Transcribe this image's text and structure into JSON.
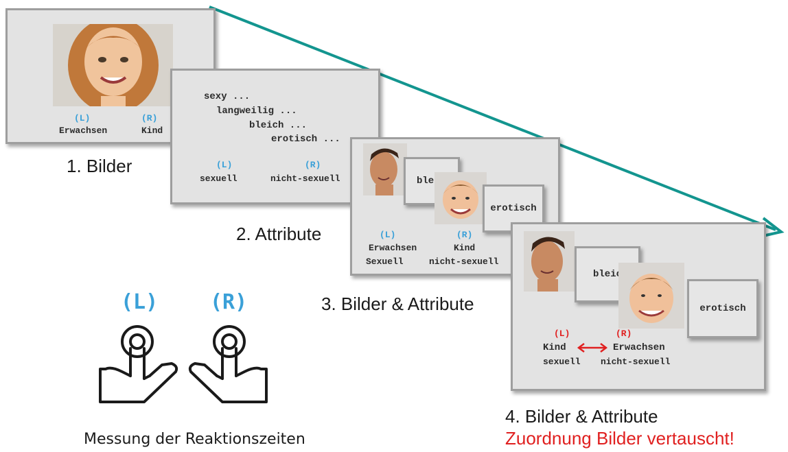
{
  "steps": [
    {
      "caption": "1. Bilder",
      "left_key": "(L)",
      "right_key": "(R)",
      "left": "Erwachsen",
      "right": "Kind"
    },
    {
      "caption": "2. Attribute",
      "words": [
        "sexy ...",
        "langweilig ...",
        "bleich ...",
        "erotisch ..."
      ],
      "left_key": "(L)",
      "right_key": "(R)",
      "left": "sexuell",
      "right": "nicht-sexuell"
    },
    {
      "caption": "3. Bilder & Attribute",
      "card1": "bleich",
      "card2": "erotisch",
      "left_key": "(L)",
      "right_key": "(R)",
      "left1": "Erwachsen",
      "right1": "Kind",
      "left2": "Sexuell",
      "right2": "nicht-sexuell"
    },
    {
      "caption": "4. Bilder & Attribute",
      "caption_red": "Zuordnung Bilder vertauscht!",
      "card1": "bleich",
      "card2": "erotisch",
      "left_key": "(L)",
      "right_key": "(R)",
      "left1": "Kind",
      "right1": "Erwachsen",
      "left2": "sexuell",
      "right2": "nicht-sexuell"
    }
  ],
  "hands": {
    "left_key": "(L)",
    "right_key": "(R)",
    "caption": "Messung der Reaktionszeiten"
  },
  "colors": {
    "arrow": "#13958f",
    "key_blue": "#3aa0d8",
    "key_red": "#e02020"
  }
}
